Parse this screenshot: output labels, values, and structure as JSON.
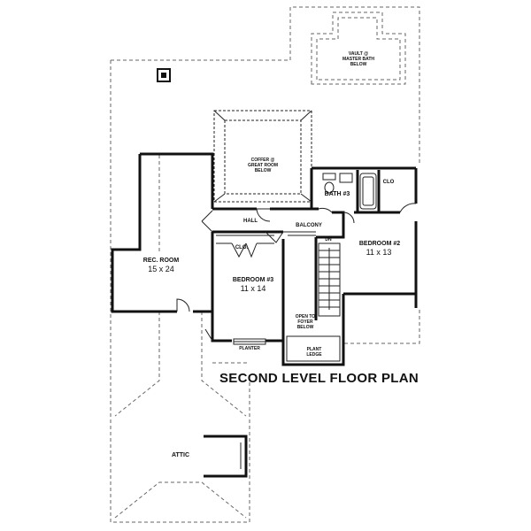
{
  "plan": {
    "title": "SECOND LEVEL FLOOR PLAN",
    "rooms": {
      "rec_room": {
        "name": "REC. ROOM",
        "size": "15 x 24"
      },
      "bedroom3": {
        "name": "BEDROOM #3",
        "size": "11 x 14"
      },
      "bedroom2": {
        "name": "BEDROOM #2",
        "size": "11 x 13"
      },
      "bath3": "BATH #3",
      "hall": "HALL",
      "balcony": "BALCONY",
      "clo_bedroom3": "CLO.",
      "clo_bedroom2": "CLO",
      "attic": "ATTIC",
      "planter": "PLANTER",
      "dn": "DN"
    },
    "notes": {
      "vault_line1": "VAULT @",
      "vault_line2": "MASTER BATH",
      "vault_line3": "BELOW",
      "coffer_line1": "COFFER @",
      "coffer_line2": "GREAT ROOM",
      "coffer_line3": "BELOW",
      "open_line1": "OPEN TO",
      "open_line2": "FOYER",
      "open_line3": "BELOW",
      "plant_line1": "PLANT",
      "plant_line2": "LEDGE"
    }
  }
}
